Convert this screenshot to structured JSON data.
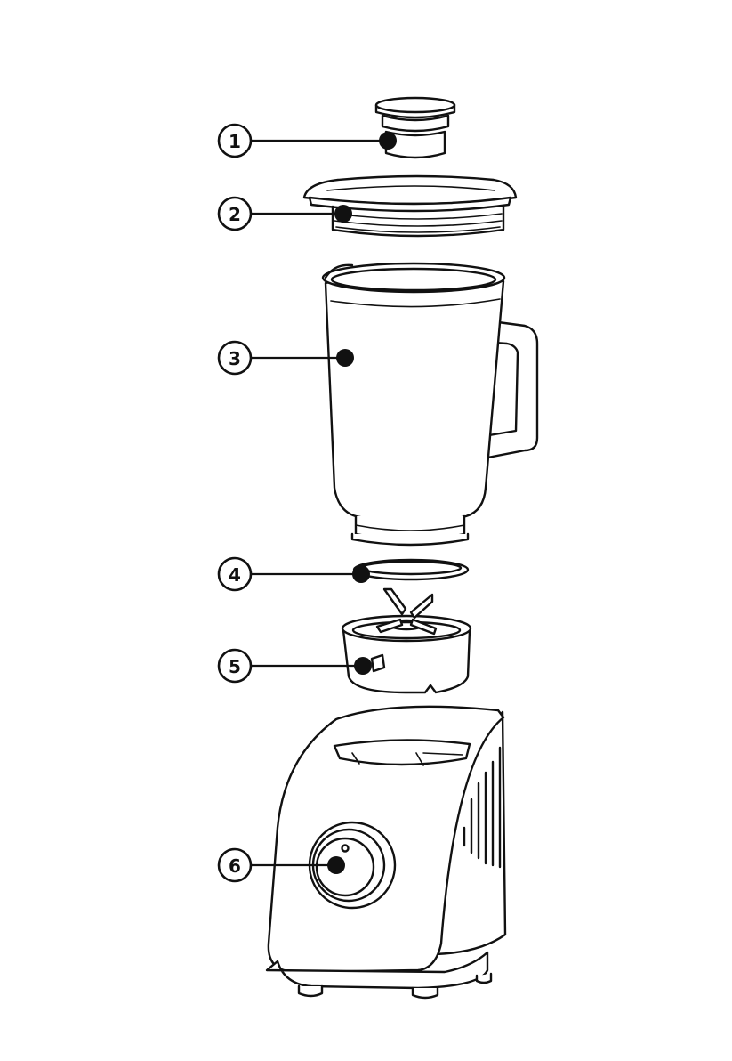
{
  "callouts": [
    {
      "id": "1",
      "part": "measuring-cap"
    },
    {
      "id": "2",
      "part": "lid"
    },
    {
      "id": "3",
      "part": "jar"
    },
    {
      "id": "4",
      "part": "sealing-ring"
    },
    {
      "id": "5",
      "part": "blade-assembly"
    },
    {
      "id": "6",
      "part": "speed-dial"
    }
  ],
  "colors": {
    "line": "#111111",
    "background": "#ffffff"
  }
}
